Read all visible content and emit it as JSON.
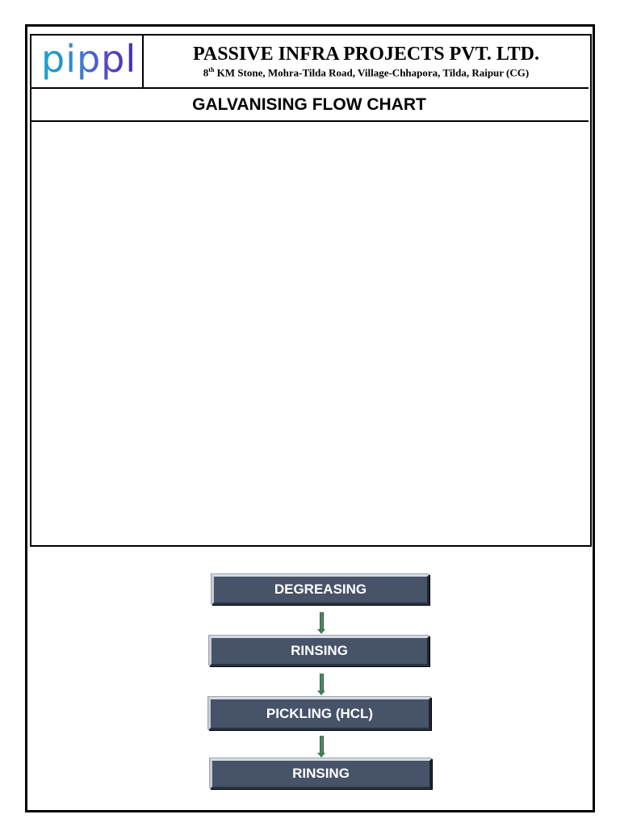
{
  "header": {
    "logo_text": "pippl",
    "company_name": "PASSIVE INFRA PROJECTS PVT. LTD.",
    "address_prefix": "8",
    "address_sup": "th",
    "address_rest": " KM Stone, Mohra-Tilda Road, Village-Chhapora, Tilda, Raipur (CG)"
  },
  "title": "GALVANISING FLOW CHART",
  "flow": {
    "steps": [
      "DEGREASING",
      "RINSING",
      "PICKLING (HCL)",
      "RINSING"
    ]
  },
  "colors": {
    "box_fill": "#465368",
    "box_text": "#ffffff",
    "arrow": "#4f8a63",
    "logo_gradient": [
      "#1aa5c8",
      "#5b3fc4"
    ]
  }
}
